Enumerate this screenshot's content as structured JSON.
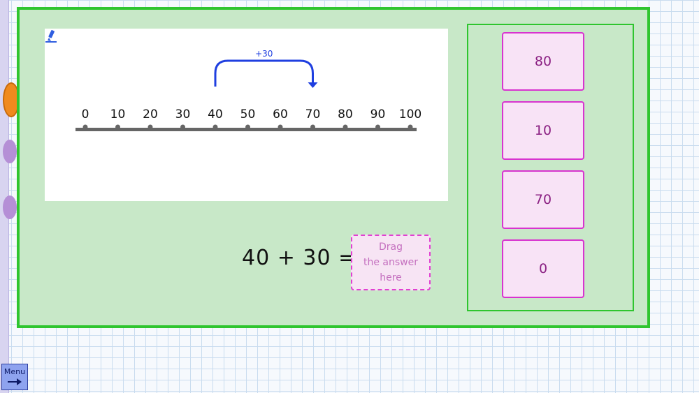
{
  "number_line": {
    "jump_label": "+30",
    "jump_from": 40,
    "jump_to": 70,
    "ticks": [
      "0",
      "10",
      "20",
      "30",
      "40",
      "50",
      "60",
      "70",
      "80",
      "90",
      "100"
    ]
  },
  "equation": {
    "text": "40 + 30 ="
  },
  "drop_zone": {
    "line1": "Drag",
    "line2": "the answer",
    "line3": "here"
  },
  "answers": [
    {
      "label": "80"
    },
    {
      "label": "10"
    },
    {
      "label": "70"
    },
    {
      "label": "0"
    }
  ],
  "menu": {
    "label": "Menu"
  },
  "colors": {
    "panel_border": "#2fc52f",
    "panel_fill": "#c8e8c8",
    "tile_border": "#d834cf",
    "tile_fill": "#f8e3f6",
    "jump_arc": "#1f3fe0"
  },
  "icons": {
    "pen": "pen-icon",
    "menu_arrow": "arrow-right-icon"
  }
}
